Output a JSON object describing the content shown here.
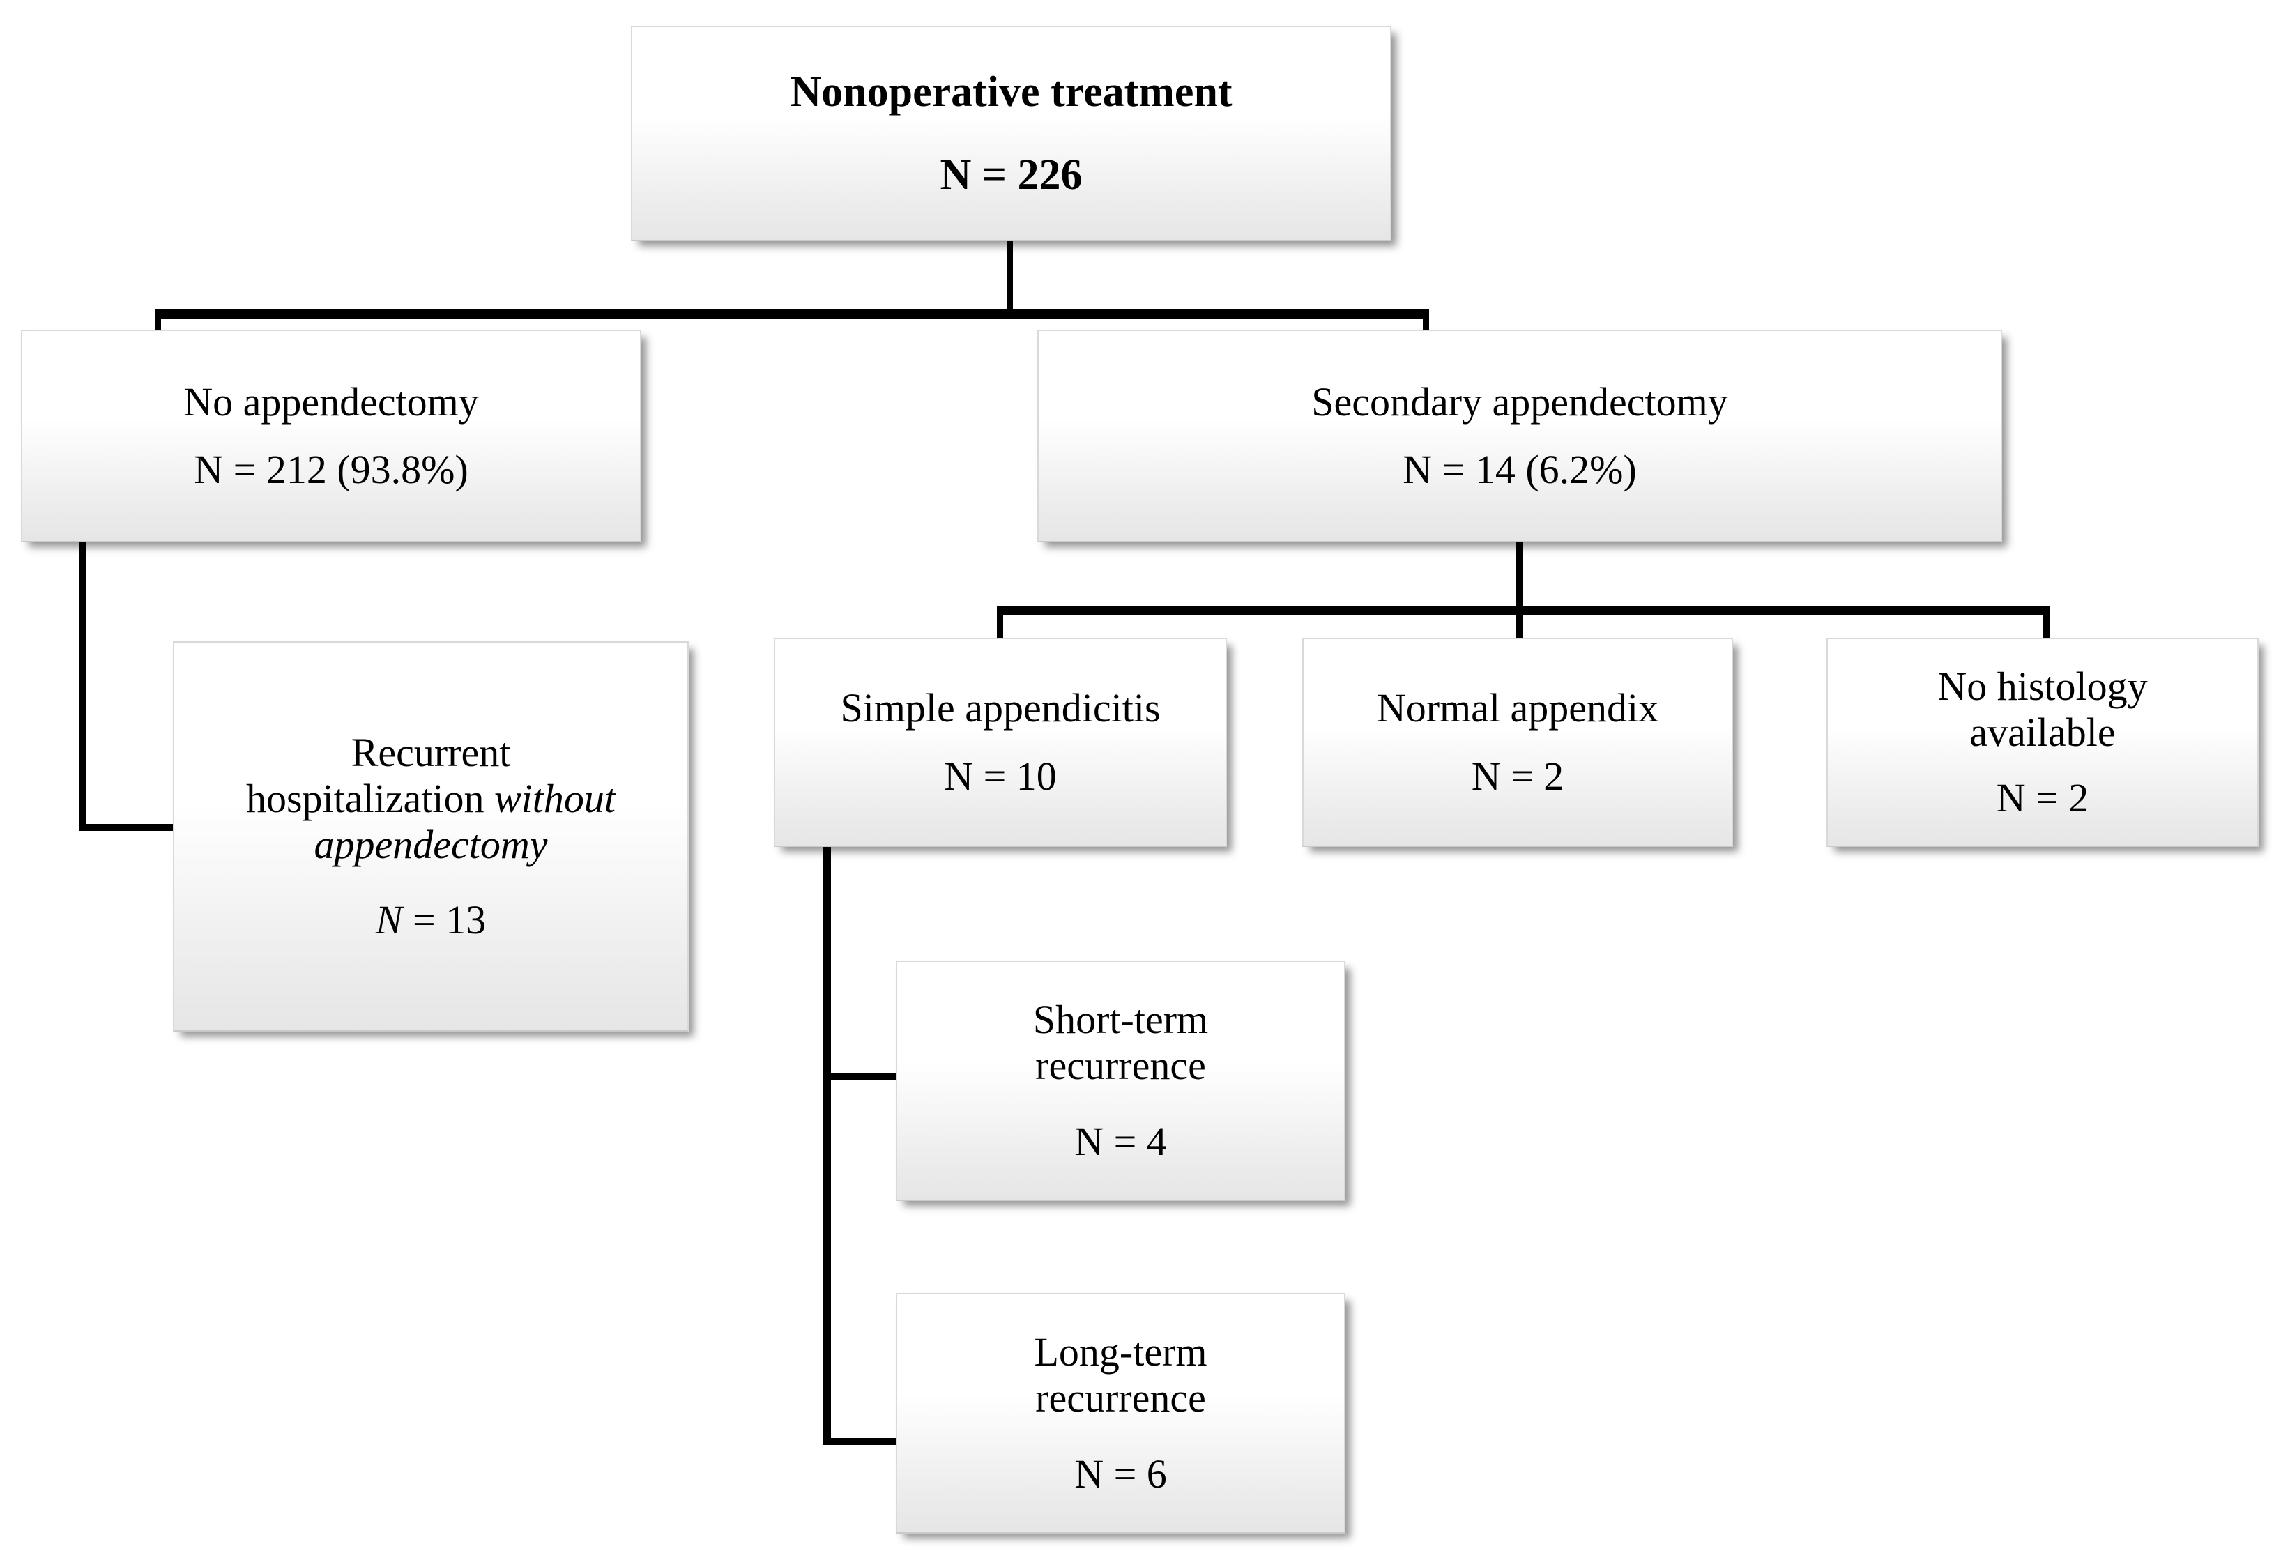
{
  "diagram": {
    "type": "flowchart",
    "title": "Nonoperative treatment outcome flow",
    "accent_color": "#000000",
    "box_fill_top": "#ffffff",
    "box_fill_bottom": "#e6e6e6",
    "nodes": {
      "root": {
        "label": "Nonoperative treatment",
        "count": "N = 226"
      },
      "no_appendectomy": {
        "label": "No appendectomy",
        "count": "N = 212 (93.8%)"
      },
      "secondary_appendectomy": {
        "label": "Secondary appendectomy",
        "count": "N = 14 (6.2%)"
      },
      "recurrent_hospitalization": {
        "label_line1": "Recurrent",
        "label_line2_plain": "hospitalization ",
        "label_line2_italic": "without",
        "label_line3_italic": "appendectomy",
        "count_italic_n": "N",
        "count_rest": " = 13"
      },
      "simple_appendicitis": {
        "label": "Simple appendicitis",
        "count": "N = 10"
      },
      "normal_appendix": {
        "label": "Normal appendix",
        "count": "N = 2"
      },
      "no_histology": {
        "label_line1": "No histology",
        "label_line2": "available",
        "count": "N = 2"
      },
      "short_term_recurrence": {
        "label_line1": "Short-term",
        "label_line2": "recurrence",
        "count": "N = 4"
      },
      "long_term_recurrence": {
        "label_line1": "Long-term",
        "label_line2": "recurrence",
        "count": "N = 6"
      }
    }
  }
}
